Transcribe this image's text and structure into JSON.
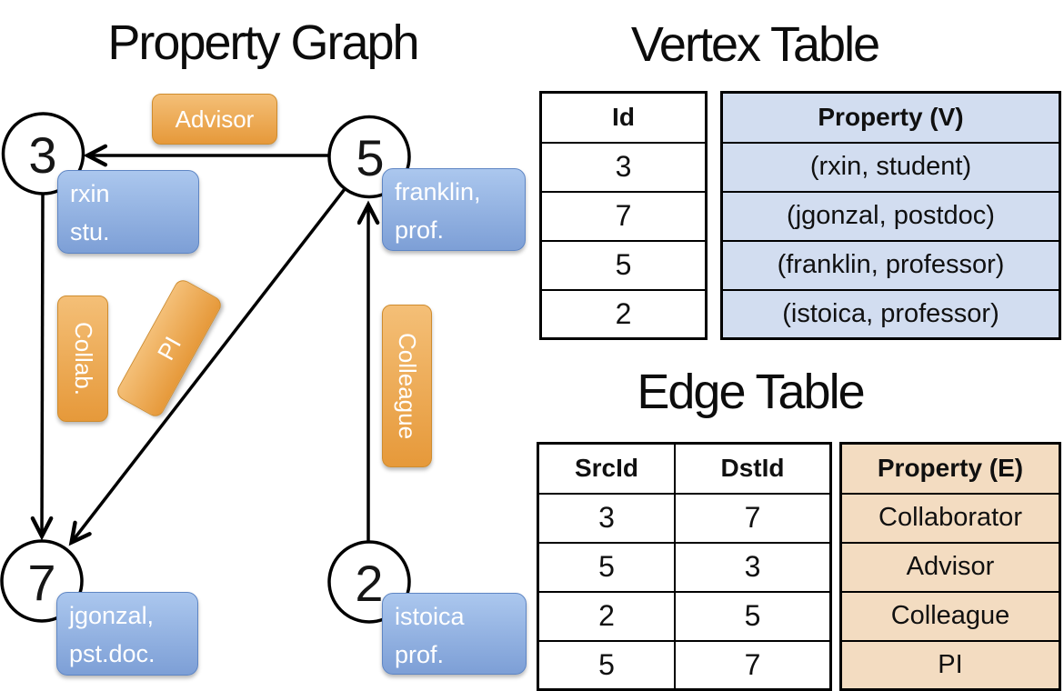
{
  "graph": {
    "title": "Property Graph",
    "nodes": [
      {
        "id": "3",
        "line1": "rxin",
        "line2": "stu."
      },
      {
        "id": "5",
        "line1": "franklin,",
        "line2": "prof."
      },
      {
        "id": "7",
        "line1": "jgonzal,",
        "line2": "pst.doc."
      },
      {
        "id": "2",
        "line1": "istoica",
        "line2": "prof."
      }
    ],
    "edge_labels": {
      "advisor": "Advisor",
      "collab": "Collab.",
      "pi": "PI",
      "colleague": "Colleague"
    }
  },
  "vertex_table": {
    "title": "Vertex Table",
    "columns": {
      "id": "Id",
      "property": "Property (V)"
    },
    "rows": [
      {
        "id": "3",
        "property": "(rxin, student)"
      },
      {
        "id": "7",
        "property": "(jgonzal, postdoc)"
      },
      {
        "id": "5",
        "property": "(franklin, professor)"
      },
      {
        "id": "2",
        "property": "(istoica, professor)"
      }
    ]
  },
  "edge_table": {
    "title": "Edge Table",
    "columns": {
      "src": "SrcId",
      "dst": "DstId",
      "property": "Property (E)"
    },
    "rows": [
      {
        "src": "3",
        "dst": "7",
        "property": "Collaborator"
      },
      {
        "src": "5",
        "dst": "3",
        "property": "Advisor"
      },
      {
        "src": "2",
        "dst": "5",
        "property": "Colleague"
      },
      {
        "src": "5",
        "dst": "7",
        "property": "PI"
      }
    ]
  },
  "colors": {
    "node_box_blue": "#8fb0e0",
    "edge_box_orange": "#eda552",
    "vertex_property_fill": "#d2ddf0",
    "edge_property_fill": "#f3dcc1",
    "line": "#000000"
  }
}
